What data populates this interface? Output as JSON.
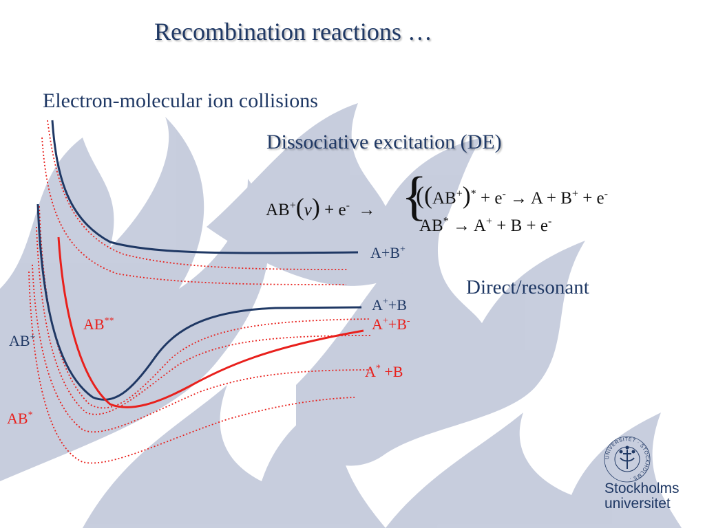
{
  "slide": {
    "title": "Recombination reactions …",
    "subtitle": "Electron-molecular ion collisions",
    "de_heading": "Dissociative excitation (DE)",
    "direct_resonant": "Direct/resonant"
  },
  "equation": {
    "lhs": {
      "ab": "AB",
      "plus_sup": "+",
      "v": "v",
      "plus": "+",
      "e": "e",
      "minus_sup": "-",
      "arrow": "→"
    },
    "line1": {
      "ab": "AB",
      "plus_sup": "+",
      "star_sup": "*",
      "plus1": "+",
      "e1": "e",
      "minus1": "-",
      "arrow": "→",
      "a": "A",
      "plus2": "+",
      "b": "B",
      "b_sup": "+",
      "plus3": "+",
      "e2": "e",
      "minus2": "-"
    },
    "line2": {
      "ab": "AB",
      "star_sup": "*",
      "arrow": "→",
      "a": "A",
      "a_sup": "+",
      "plus1": "+",
      "b": "B",
      "plus2": "+",
      "e": "e",
      "minus": "-"
    }
  },
  "curve_labels": {
    "ab_plus": {
      "base": "AB",
      "sup": "+"
    },
    "ab_dstar": {
      "base": "AB",
      "sup": "**"
    },
    "ab_star": {
      "base": "AB",
      "sup": "*"
    },
    "a_b_plus": {
      "a": "A+B",
      "sup": "+"
    },
    "a_plus_b": {
      "a": "A",
      "sup": "+",
      "b": "+B"
    },
    "a_plus_b_minus": {
      "a": "A",
      "sup1": "+",
      "b": "+B",
      "sup2": "-"
    },
    "a_star_b": {
      "a": "A",
      "sup": "*",
      "b": " +B"
    }
  },
  "logo": {
    "line1": "Stockholms",
    "line2": "universitet",
    "ring_text": "UNIVERSITET · STOCKHOLMS ·"
  },
  "colors": {
    "navy": "#1f3864",
    "red": "#e8201c",
    "flame": "#c5cbdc"
  }
}
